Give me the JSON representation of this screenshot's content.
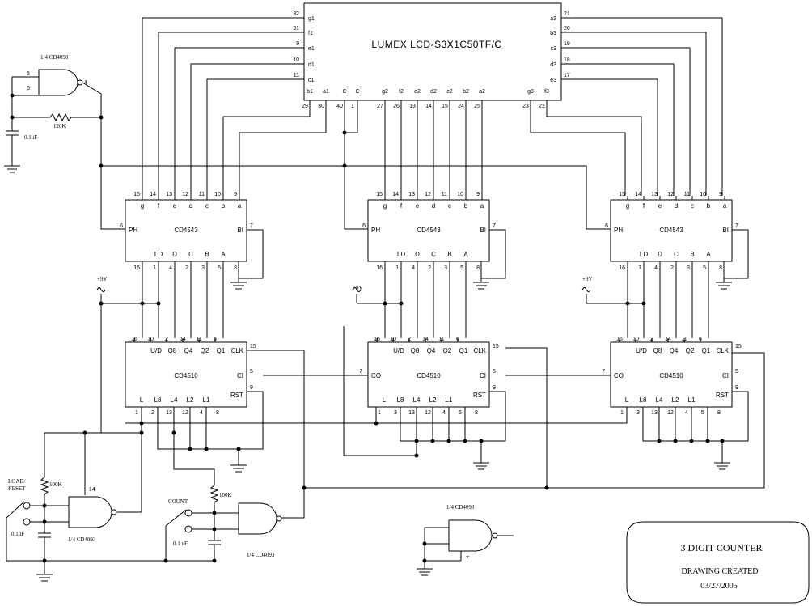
{
  "lcd": {
    "title": "LUMEX LCD-S3X1C50TF/C",
    "top_left_pins": [
      {
        "num": "32",
        "seg": "g1"
      },
      {
        "num": "31",
        "seg": "f1"
      },
      {
        "num": "9",
        "seg": "e1"
      },
      {
        "num": "10",
        "seg": "d1"
      },
      {
        "num": "11",
        "seg": "c1"
      }
    ],
    "top_right_pins": [
      {
        "num": "21",
        "seg": "a3"
      },
      {
        "num": "20",
        "seg": "b3"
      },
      {
        "num": "19",
        "seg": "c3"
      },
      {
        "num": "18",
        "seg": "d3"
      },
      {
        "num": "17",
        "seg": "e3"
      }
    ],
    "bottom_pins": [
      {
        "num": "29",
        "seg": "b1"
      },
      {
        "num": "30",
        "seg": "a1"
      },
      {
        "num": "40",
        "seg": "C"
      },
      {
        "num": "1",
        "seg": "C"
      },
      {
        "num": "27",
        "seg": "g2"
      },
      {
        "num": "26",
        "seg": "f2"
      },
      {
        "num": "13",
        "seg": "e2"
      },
      {
        "num": "14",
        "seg": "d2"
      },
      {
        "num": "15",
        "seg": "c2"
      },
      {
        "num": "24",
        "seg": "b2"
      },
      {
        "num": "25",
        "seg": "a2"
      },
      {
        "num": "23",
        "seg": "g3"
      },
      {
        "num": "22",
        "seg": "f3"
      }
    ]
  },
  "decoder": {
    "name": "CD4543",
    "top_pin_nums": [
      "15",
      "14",
      "13",
      "12",
      "11",
      "10",
      "9"
    ],
    "top_pin_labels": [
      "g",
      "f",
      "e",
      "d",
      "c",
      "b",
      "a"
    ],
    "ph_label": "PH",
    "ph_pin": "6",
    "bi_label": "BI",
    "bi_pin": "7",
    "bottom_labels": [
      "LD",
      "D",
      "C",
      "B",
      "A"
    ],
    "bottom_pin_nums": [
      "16",
      "1",
      "4",
      "2",
      "3",
      "5",
      "8"
    ]
  },
  "counter": {
    "name": "CD4510",
    "top_pin_nums": [
      "16",
      "10",
      "2",
      "14",
      "11",
      "6"
    ],
    "top_labels": [
      "U/D",
      "Q8",
      "Q4",
      "Q2",
      "Q1"
    ],
    "clk_label": "CLK",
    "clk_pin": "15",
    "ci_label": "CI",
    "ci_pin": "5",
    "co_label": "CO",
    "co_pin": "7",
    "rst_label": "RST",
    "rst_pin": "9",
    "bottom_labels": [
      "L",
      "L8",
      "L4",
      "L2",
      "L1"
    ],
    "bottom_pin_nums": [
      "1",
      "3",
      "13",
      "12",
      "4",
      "5",
      "8"
    ],
    "bottom_pin_nums_a": [
      "1",
      "2",
      "13",
      "12",
      "4",
      "8"
    ]
  },
  "supply_label": "+9V",
  "gate_label": "1/4 CD4093",
  "gate_label_bottom": "1/4 CD4093",
  "osc": {
    "pin_in1": "5",
    "pin_in2": "6",
    "pin_out": "4",
    "resistor": "120K",
    "cap": "0.1uF"
  },
  "load": {
    "label_line1": "LOAD/",
    "label_line2": "RESET",
    "resistor": "100K",
    "cap": "0.1uF",
    "pin": "14"
  },
  "count": {
    "label": "COUNT",
    "resistor": "100K",
    "cap": "0.1 uF"
  },
  "spare_pin": "7",
  "title_block": {
    "title": "3 DIGIT COUNTER",
    "line2": "DRAWING CREATED",
    "date": "03/27/2005"
  }
}
